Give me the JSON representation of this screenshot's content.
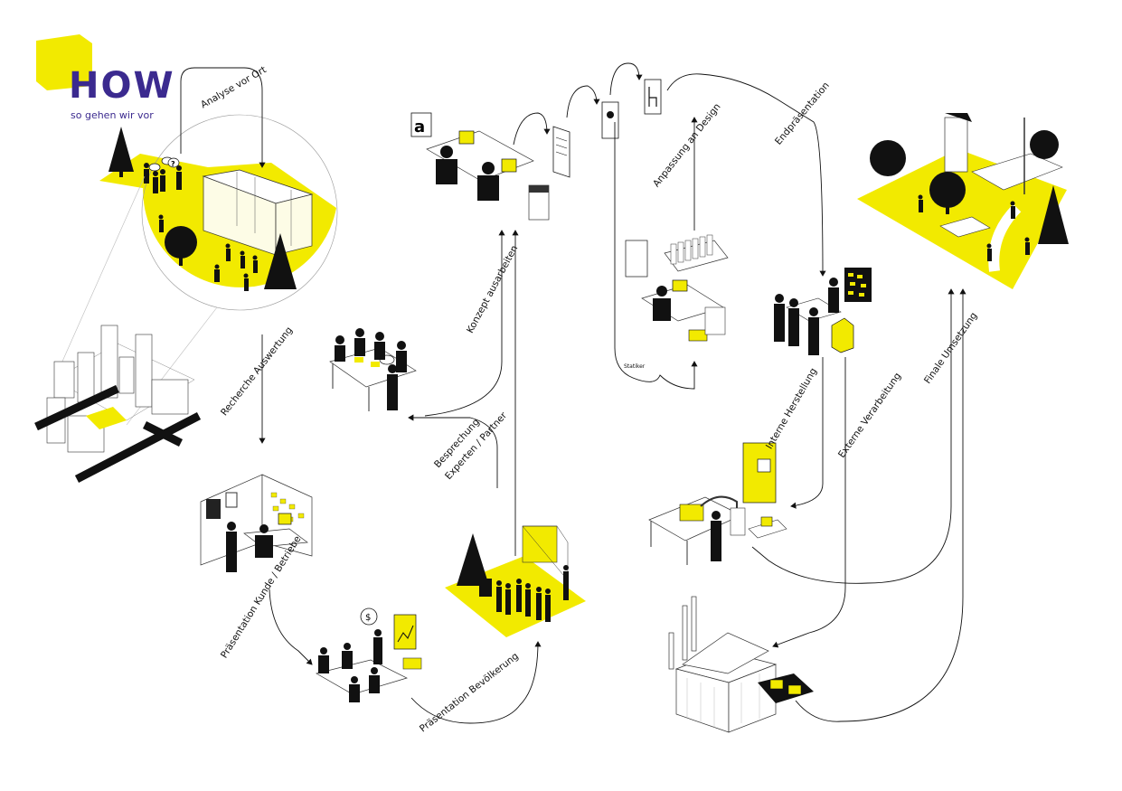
{
  "logo": {
    "word": "HOW",
    "tagline": "so gehen wir vor",
    "colors": {
      "purple": "#3b2a8f",
      "yellow": "#f2ea00"
    }
  },
  "steps": {
    "analyse": "Analyse vor Ort",
    "recherche": "Recherche Auswertung",
    "praesentation_kunde": "Präsentation Kunde / Betriebe",
    "praesentation_bevoelkerung": "Präsentation Bevölkerung",
    "besprechung_1": "Besprechung",
    "besprechung_2": "Experten / Partner",
    "konzept": "Konzept ausarbeiten",
    "anpassung": "Anpassung an Design",
    "statiker": "Statiker",
    "endpraesentation": "Endpräsentation",
    "interne": "Interne Herstellung",
    "externe": "Externe Verarbeitung",
    "finale": "Finale Umsetzung"
  },
  "icons": {
    "speech_question": "?",
    "dollar": "$",
    "font_sample": "a"
  }
}
